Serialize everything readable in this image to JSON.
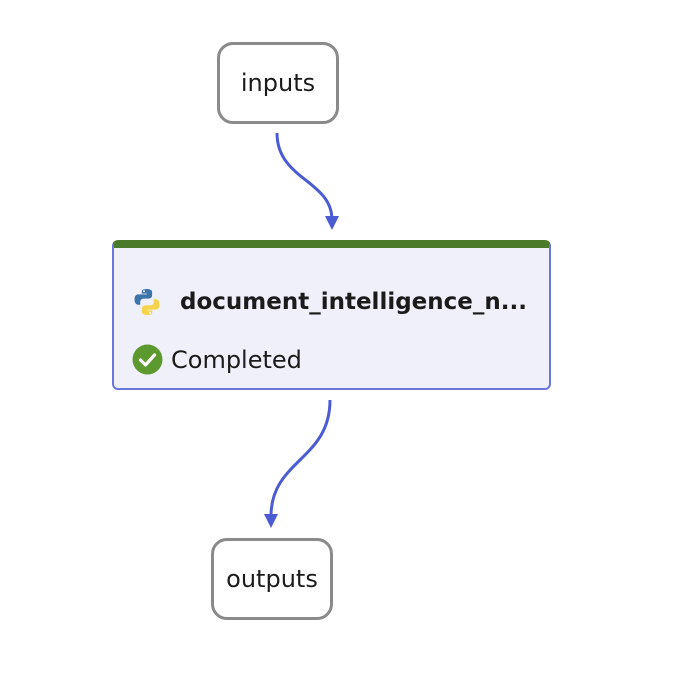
{
  "diagram": {
    "nodes": {
      "inputs": {
        "label": "inputs"
      },
      "task": {
        "name": "document_intelligence_n...",
        "status": "Completed",
        "icon": "python-icon",
        "status_icon": "check-circle-icon"
      },
      "outputs": {
        "label": "outputs"
      }
    },
    "edges": [
      {
        "from": "inputs",
        "to": "task"
      },
      {
        "from": "task",
        "to": "outputs"
      }
    ],
    "colors": {
      "edge": "#4a5bd4",
      "io_border": "#8a8a8a",
      "task_border": "#6b77d8",
      "task_top_bar": "#4a7a2a",
      "task_background": "#f0f0fb",
      "status_completed": "#5c9a2f"
    }
  }
}
